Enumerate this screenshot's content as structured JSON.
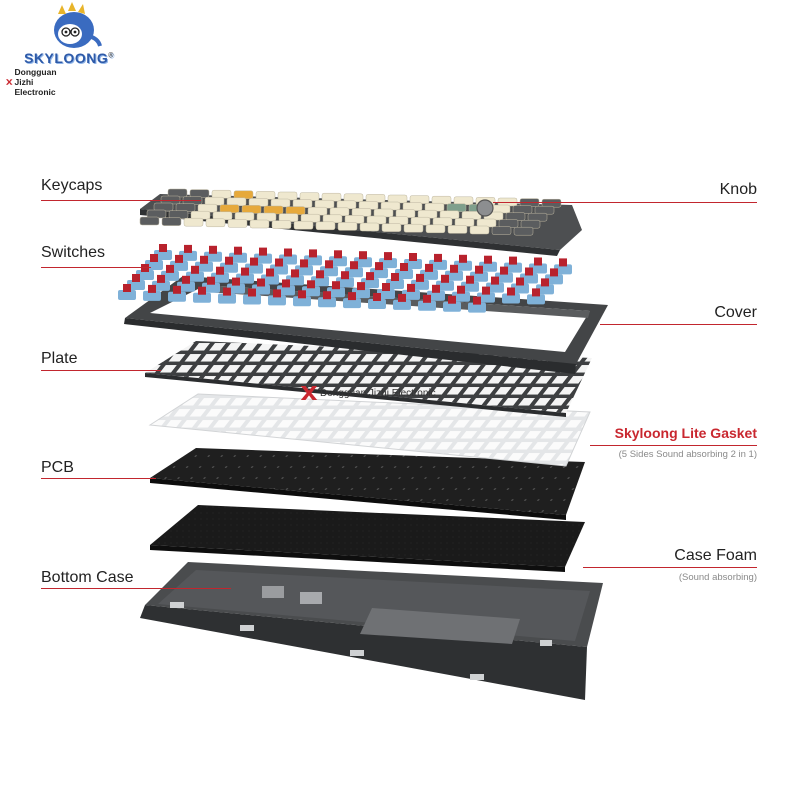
{
  "brand": {
    "logo_text": "SKYLOONG",
    "registered_mark": "®",
    "company": "Dongguan Jizhi Electronic",
    "mascot_icon": "dragon-mascot-icon"
  },
  "watermark": {
    "text": "Dongguan Jizhi Electronic"
  },
  "labels": {
    "keycaps": "Keycaps",
    "switches": "Switches",
    "plate": "Plate",
    "pcb": "PCB",
    "bottom_case": "Bottom Case",
    "knob": "Knob",
    "cover": "Cover",
    "gasket": "Skyloong Lite Gasket",
    "gasket_note": "(5 Sides Sound absorbing 2 in 1)",
    "case_foam": "Case Foam",
    "case_foam_note": "(Sound absorbing)"
  },
  "colors": {
    "accent": "#c9272f",
    "keycap_cream": "#efe8cf",
    "keycap_gray": "#5b5d5f",
    "keycap_yellow": "#e6a93c",
    "keycap_green": "#7f9f8c",
    "switch_blue": "#7fb1d8",
    "switch_red": "#b8222d",
    "frame_dark": "#3f4143",
    "pcb_black": "#1c1c1c"
  }
}
